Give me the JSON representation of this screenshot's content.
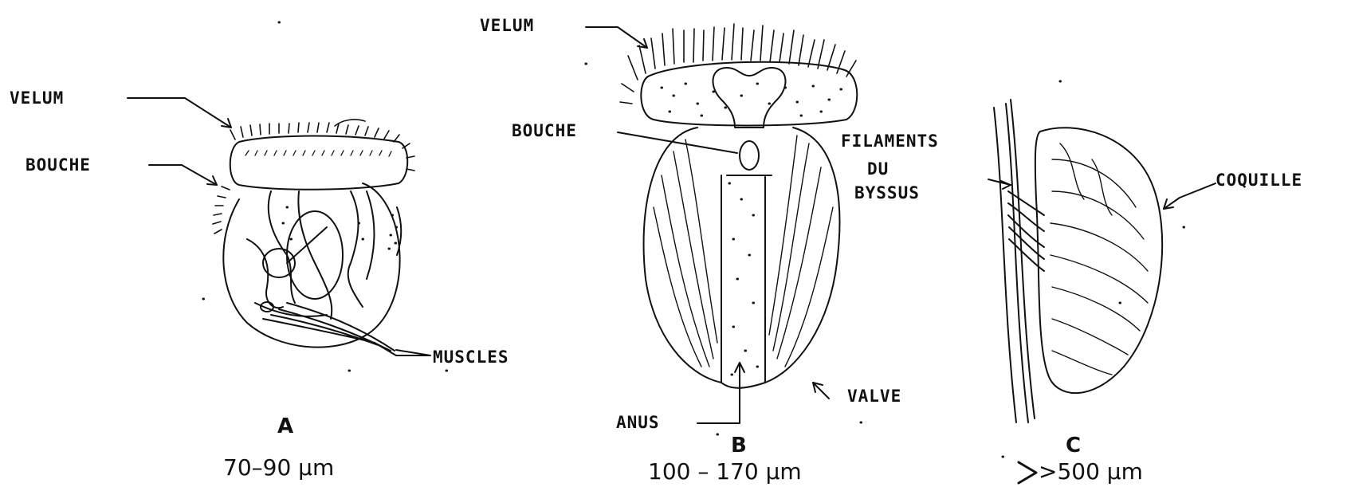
{
  "figures": {
    "a": {
      "letter": "A",
      "size": "70–90 µm",
      "labels": {
        "velum": "VELUM",
        "bouche": "BOUCHE",
        "muscles": "MUSCLES"
      }
    },
    "b": {
      "letter": "B",
      "size": "100 – 170 µm",
      "labels": {
        "velum": "VELUM",
        "bouche": "BOUCHE",
        "anus": "ANUS",
        "valve": "VALVE"
      }
    },
    "c": {
      "letter": "C",
      "size": ">500 µm",
      "labels": {
        "filaments_line1": "FILAMENTS",
        "filaments_line2": "DU",
        "filaments_line3": "BYSSUS",
        "coquille": "COQUILLE"
      }
    }
  },
  "colors": {
    "ink": "#111111",
    "background": "#ffffff"
  }
}
